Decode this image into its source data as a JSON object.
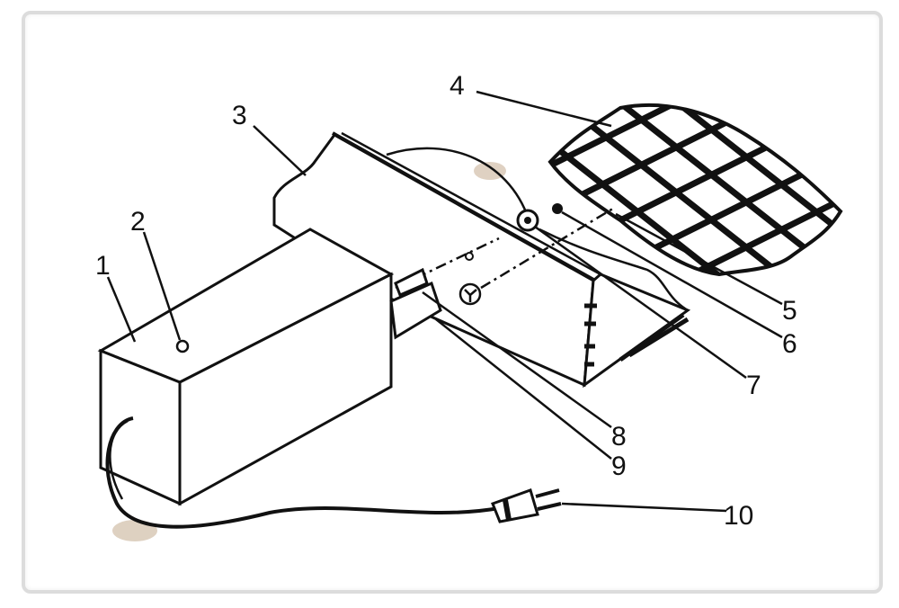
{
  "figure": {
    "labels": [
      "1",
      "2",
      "3",
      "4",
      "5",
      "6",
      "7",
      "8",
      "9",
      "10"
    ],
    "parts": {
      "power_box": "1",
      "indicator_hole": "2",
      "trough_housing": "3",
      "grid_mesh": "4",
      "part_5": "5",
      "part_6": "6",
      "part_7": "7",
      "part_8": "8",
      "part_9": "9",
      "plug": "10"
    },
    "colors": {
      "line": "#111111",
      "frame": "#dcdcdc",
      "stain": "#b89a78"
    }
  }
}
